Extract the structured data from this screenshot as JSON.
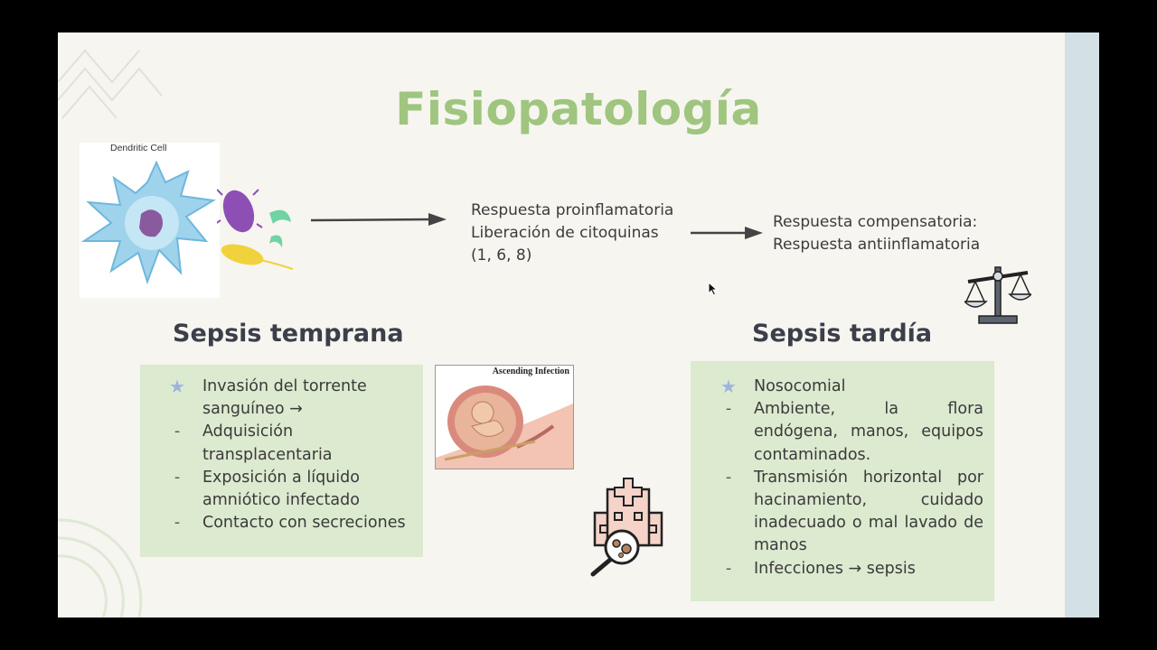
{
  "slide": {
    "title": "Fisiopatología",
    "dendritic_label": "Dendritic Cell",
    "proinflammatory": [
      "Respuesta proinflamatoria",
      "Liberación de citoquinas",
      "(1, 6, 8)"
    ],
    "compensatory": [
      "Respuesta compensatoria:",
      "Respuesta antiinflamatoria"
    ],
    "early": {
      "heading": "Sepsis temprana",
      "items": [
        {
          "marker": "★",
          "lines": [
            "Invasión del torrente",
            "sanguíneo →"
          ]
        },
        {
          "marker": "-",
          "lines": [
            "Adquisición",
            "transplacentaria"
          ]
        },
        {
          "marker": "-",
          "lines": [
            "Exposición a líquido",
            "amniótico infectado"
          ]
        },
        {
          "marker": "-",
          "lines": [
            "Contacto con secreciones"
          ]
        }
      ]
    },
    "ascending_label": "Ascending Infection",
    "late": {
      "heading": "Sepsis tardía",
      "items": [
        {
          "marker": "★",
          "text": "Nosocomial"
        },
        {
          "marker": "-",
          "text": "Ambiente, la flora endógena, manos, equipos contaminados."
        },
        {
          "marker": "-",
          "text": "Transmisión horizontal por hacinamiento, cuidado inadecuado o mal lavado de manos"
        },
        {
          "marker": "-",
          "text": "Infecciones → sepsis"
        }
      ]
    }
  },
  "colors": {
    "title": "#9fc57f",
    "box": "#dcead0",
    "star": "#9fb3e0",
    "slide_bg": "#f7f5f0",
    "strip": "#d3e1e6"
  },
  "icons": [
    "dendritic-cell-illustration",
    "bacteria-illustration",
    "scale-icon",
    "hospital-icon",
    "ascending-infection-illustration",
    "mouse-cursor-icon"
  ]
}
